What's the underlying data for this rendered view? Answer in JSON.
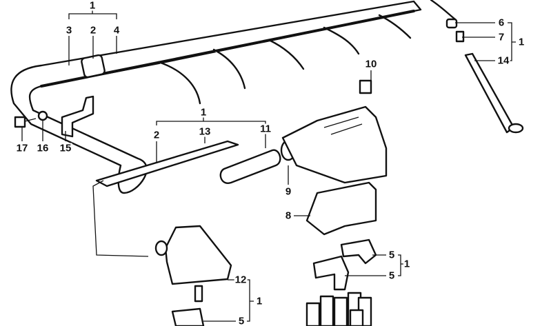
{
  "title": "Ignition wiring parts diagram",
  "callouts": [
    {
      "id": "a1",
      "text": "1"
    },
    {
      "id": "a3",
      "text": "3"
    },
    {
      "id": "a2",
      "text": "2"
    },
    {
      "id": "a4",
      "text": "4"
    },
    {
      "id": "b17",
      "text": "17"
    },
    {
      "id": "b16",
      "text": "16"
    },
    {
      "id": "b15",
      "text": "15"
    },
    {
      "id": "c1",
      "text": "1"
    },
    {
      "id": "c2",
      "text": "2"
    },
    {
      "id": "c13",
      "text": "13"
    },
    {
      "id": "c11",
      "text": "11"
    },
    {
      "id": "d6",
      "text": "6"
    },
    {
      "id": "d7",
      "text": "7"
    },
    {
      "id": "d1",
      "text": "1"
    },
    {
      "id": "d14",
      "text": "14"
    },
    {
      "id": "e10",
      "text": "10"
    },
    {
      "id": "f9",
      "text": "9"
    },
    {
      "id": "f8",
      "text": "8"
    },
    {
      "id": "g5a",
      "text": "5"
    },
    {
      "id": "g1",
      "text": "1"
    },
    {
      "id": "g5b",
      "text": "5"
    },
    {
      "id": "h12",
      "text": "12"
    },
    {
      "id": "h1",
      "text": "1"
    },
    {
      "id": "h5",
      "text": "5"
    }
  ]
}
